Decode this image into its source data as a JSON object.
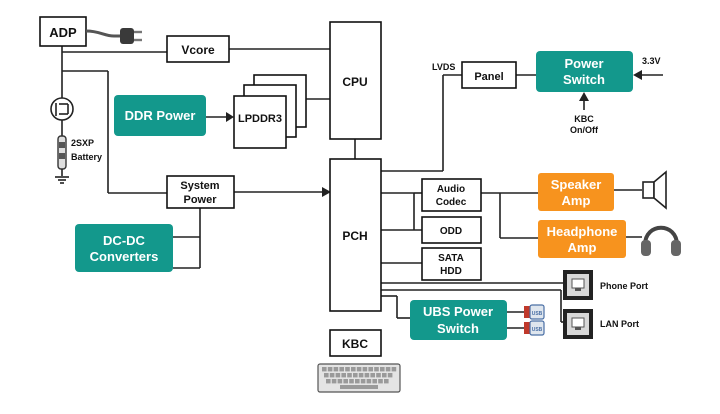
{
  "blocks": {
    "adp": "ADP",
    "vcore": "Vcore",
    "cpu": "CPU",
    "ddr_power": "DDR Power",
    "lpddr3": "LPDDR3",
    "system_power_1": "System",
    "system_power_2": "Power",
    "dcdc_1": "DC-DC",
    "dcdc_2": "Converters",
    "pch": "PCH",
    "kbc": "KBC",
    "panel": "Panel",
    "lvds": "LVDS",
    "power_switch_1": "Power",
    "power_switch_2": "Switch",
    "v33": "3.3V",
    "kbc_onoff_1": "KBC",
    "kbc_onoff_2": "On/Off",
    "audio_codec_1": "Audio",
    "audio_codec_2": "Codec",
    "odd": "ODD",
    "sata_1": "SATA",
    "sata_2": "HDD",
    "speaker_amp_1": "Speaker",
    "speaker_amp_2": "Amp",
    "headphone_amp_1": "Headphone",
    "headphone_amp_2": "Amp",
    "usb_power_1": "UBS Power",
    "usb_power_2": "Switch",
    "phone_port": "Phone Port",
    "lan_port": "LAN Port",
    "battery_1": "2SXP",
    "battery_2": "Battery",
    "usb_tag": "USB"
  },
  "colors": {
    "teal": "#13988c",
    "orange": "#f7931e",
    "line": "#222222"
  },
  "icons": [
    "power-plug-icon",
    "mosfet-switch-icon",
    "battery-icon",
    "ground-icon",
    "speaker-icon",
    "headphone-icon",
    "rj-port-icon",
    "usb-plug-icon",
    "keyboard-icon"
  ]
}
